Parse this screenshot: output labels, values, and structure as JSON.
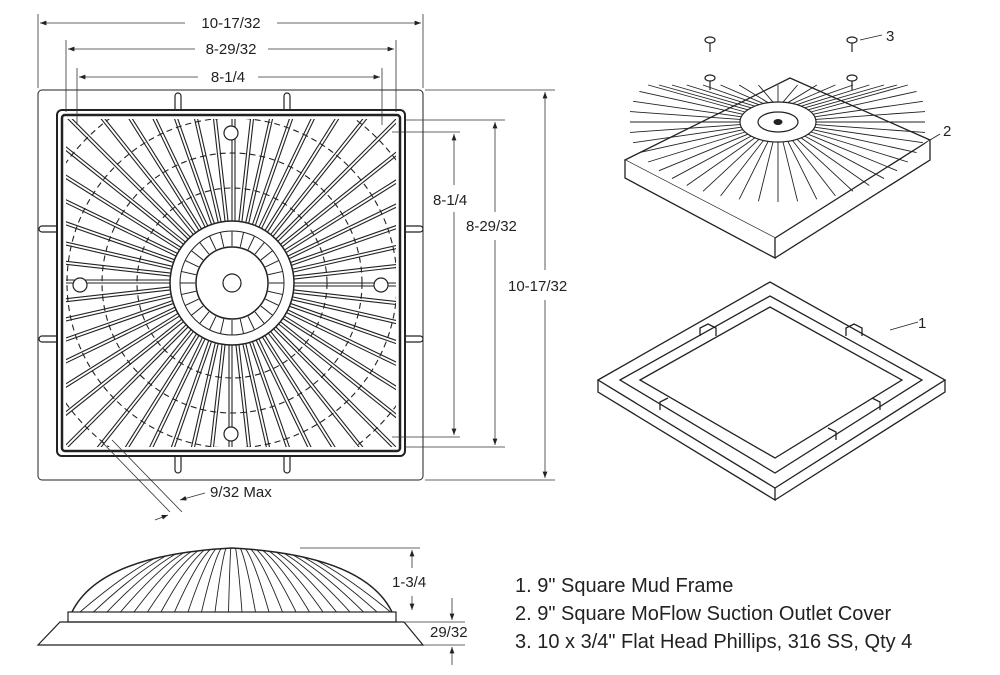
{
  "dimensions": {
    "top_overall": "10-17/32",
    "top_cover": "8-29/32",
    "top_grate": "8-1/4",
    "right_grate": "8-1/4",
    "right_cover": "8-29/32",
    "right_overall": "10-17/32",
    "gap": "9/32 Max",
    "side_height": "1-3/4",
    "side_frame": "29/32"
  },
  "callouts": {
    "screw": "3",
    "cover": "2",
    "frame": "1"
  },
  "legend": [
    "1. 9\" Square Mud Frame",
    "2. 9\" Square MoFlow Suction Outlet Cover",
    "3. 10 x 3/4\" Flat Head Phillips, 316 SS, Qty 4"
  ],
  "colors": {
    "line": "#222222",
    "light": "#555555"
  }
}
